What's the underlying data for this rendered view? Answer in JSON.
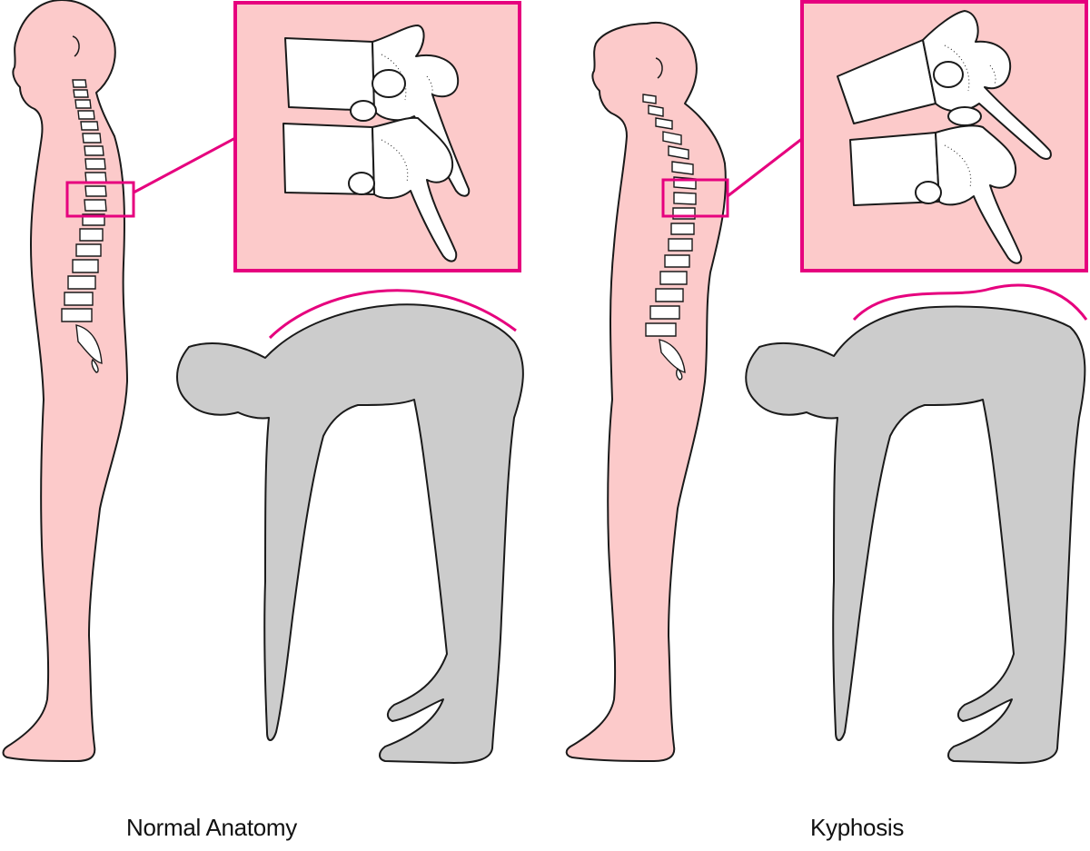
{
  "panels": [
    {
      "id": "normal",
      "caption": "Normal Anatomy",
      "spine_curve": "normal"
    },
    {
      "id": "kyphosis",
      "caption": "Kyphosis",
      "spine_curve": "kyphotic"
    }
  ],
  "colors": {
    "standing_figure_fill": "#fccaca",
    "bending_figure_fill": "#cccccc",
    "outline": "#1a1a1a",
    "highlight_magenta": "#e6007e",
    "vertebra_fill": "#ffffff",
    "background": "#ffffff"
  }
}
